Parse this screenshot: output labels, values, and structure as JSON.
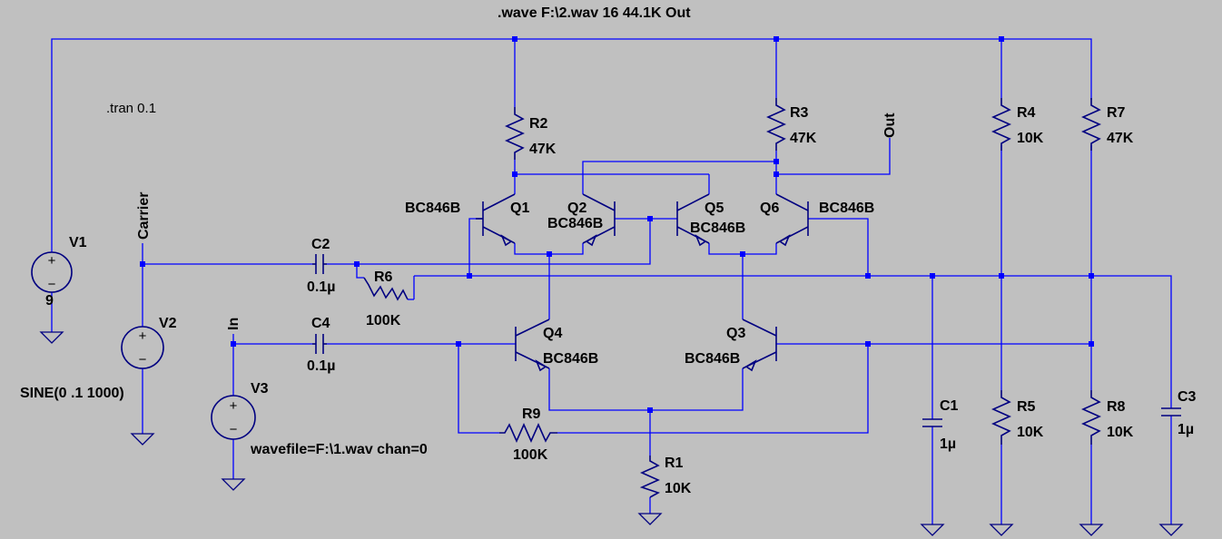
{
  "directives": {
    "wave": ".wave F:\\2.wav 16 44.1K Out",
    "tran": ".tran 0.1"
  },
  "nets": {
    "carrier": "Carrier",
    "in": "In",
    "out": "Out"
  },
  "sources": {
    "V1": {
      "name": "V1",
      "value": "9"
    },
    "V2": {
      "name": "V2",
      "value": "SINE(0 .1 1000)"
    },
    "V3": {
      "name": "V3",
      "value": "wavefile=F:\\1.wav chan=0"
    }
  },
  "resistors": {
    "R1": {
      "name": "R1",
      "value": "10K"
    },
    "R2": {
      "name": "R2",
      "value": "47K"
    },
    "R3": {
      "name": "R3",
      "value": "47K"
    },
    "R4": {
      "name": "R4",
      "value": "10K"
    },
    "R5": {
      "name": "R5",
      "value": "10K"
    },
    "R6": {
      "name": "R6",
      "value": "100K"
    },
    "R7": {
      "name": "R7",
      "value": "47K"
    },
    "R8": {
      "name": "R8",
      "value": "10K"
    },
    "R9": {
      "name": "R9",
      "value": "100K"
    }
  },
  "capacitors": {
    "C1": {
      "name": "C1",
      "value": "1µ"
    },
    "C2": {
      "name": "C2",
      "value": "0.1µ"
    },
    "C3": {
      "name": "C3",
      "value": "1µ"
    },
    "C4": {
      "name": "C4",
      "value": "0.1µ"
    }
  },
  "transistors": {
    "Q1": {
      "name": "Q1",
      "model": "BC846B"
    },
    "Q2": {
      "name": "Q2",
      "model": "BC846B"
    },
    "Q3": {
      "name": "Q3",
      "model": "BC846B"
    },
    "Q4": {
      "name": "Q4",
      "model": "BC846B"
    },
    "Q5": {
      "name": "Q5",
      "model": "BC846B"
    },
    "Q6": {
      "name": "Q6",
      "model": "BC846B"
    }
  },
  "colors": {
    "background": "#c0c0c0",
    "wire": "#0000ff",
    "component": "#000080",
    "text": "#000000"
  }
}
